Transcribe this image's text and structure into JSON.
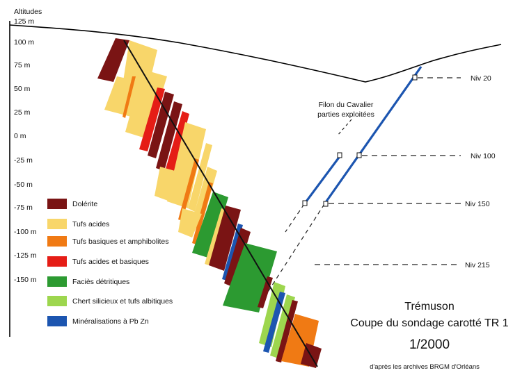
{
  "axis": {
    "title": "Altitudes",
    "ticks": [
      "125 m",
      "100 m",
      "75 m",
      "50 m",
      "25 m",
      "0 m",
      "-25 m",
      "-50 m",
      "-75 m",
      "-100 m",
      "-125 m",
      "-150 m"
    ]
  },
  "colors": {
    "dolerite": "#7a1414",
    "tufs_acides": "#f8d66a",
    "tufs_basiques": "#f07a14",
    "tufs_acides_basiques": "#e51d16",
    "facies_detritiques": "#2c9a31",
    "chert": "#9dd64e",
    "mineralisations": "#1c55b0"
  },
  "legend": [
    {
      "key": "dolerite",
      "label": "Dolérite"
    },
    {
      "key": "tufs_acides",
      "label": "Tufs acides"
    },
    {
      "key": "tufs_basiques",
      "label": "Tufs basiques et amphibolites"
    },
    {
      "key": "tufs_acides_basiques",
      "label": "Tufs acides et basiques"
    },
    {
      "key": "facies_detritiques",
      "label": "Faciès détritiques"
    },
    {
      "key": "chert",
      "label": "Chert silicieux et tufs albitiques"
    },
    {
      "key": "mineralisations",
      "label": "Minéralisations à Pb Zn"
    }
  ],
  "vein_label": [
    "Filon du Cavalier",
    "parties exploitées"
  ],
  "levels": [
    "Niv 20",
    "Niv 100",
    "Niv 150",
    "Niv 215"
  ],
  "title": {
    "line1": "Trémuson",
    "line2": "Coupe du sondage carotté TR 1",
    "scale": "1/2000",
    "source": "d'après les archives BRGM d'Orléans"
  }
}
